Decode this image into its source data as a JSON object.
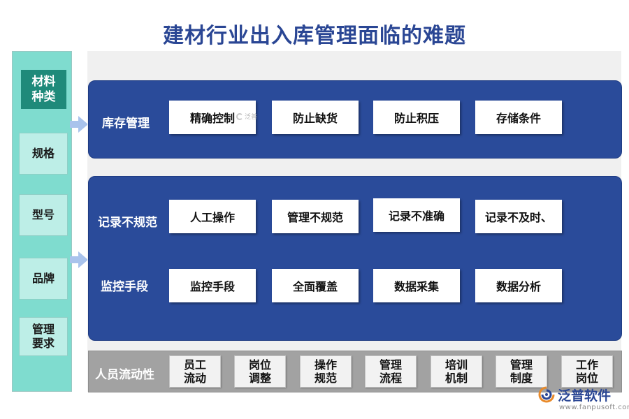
{
  "title": "建材行业出入库管理面临的难题",
  "left": {
    "head": "材料\n种类",
    "items": [
      "规格",
      "型号",
      "品牌",
      "管理\n要求"
    ]
  },
  "panel1": {
    "label": "库存管理",
    "cards": [
      "精确控制",
      "防止缺货",
      "防止积压",
      "存储条件"
    ]
  },
  "panel2": {
    "row1_label": "记录不规范",
    "row1_cards": [
      "人工操作",
      "管理不规范",
      "记录不准确",
      "记录不及时、"
    ],
    "row2_label": "监控手段",
    "row2_cards": [
      "监控手段",
      "全面覆盖",
      "数据采集",
      "数据分析"
    ]
  },
  "bottom": {
    "label": "人员流动性",
    "items": [
      "员工\n流动",
      "岗位\n调整",
      "操作\n规范",
      "管理\n流程",
      "培训\n机制",
      "管理\n制度",
      "工作\n岗位"
    ]
  },
  "watermark": "泛普",
  "brand": {
    "name": "泛普软件",
    "url": "www.fanpusoft.com"
  },
  "colors": {
    "title": "#2a4694",
    "panel": "#2a4b9a",
    "left_column": "#7fdccf",
    "left_head": "#1f8a7a",
    "bottom_bar": "#a2a2a2",
    "arrow": "#a9c3ec"
  }
}
